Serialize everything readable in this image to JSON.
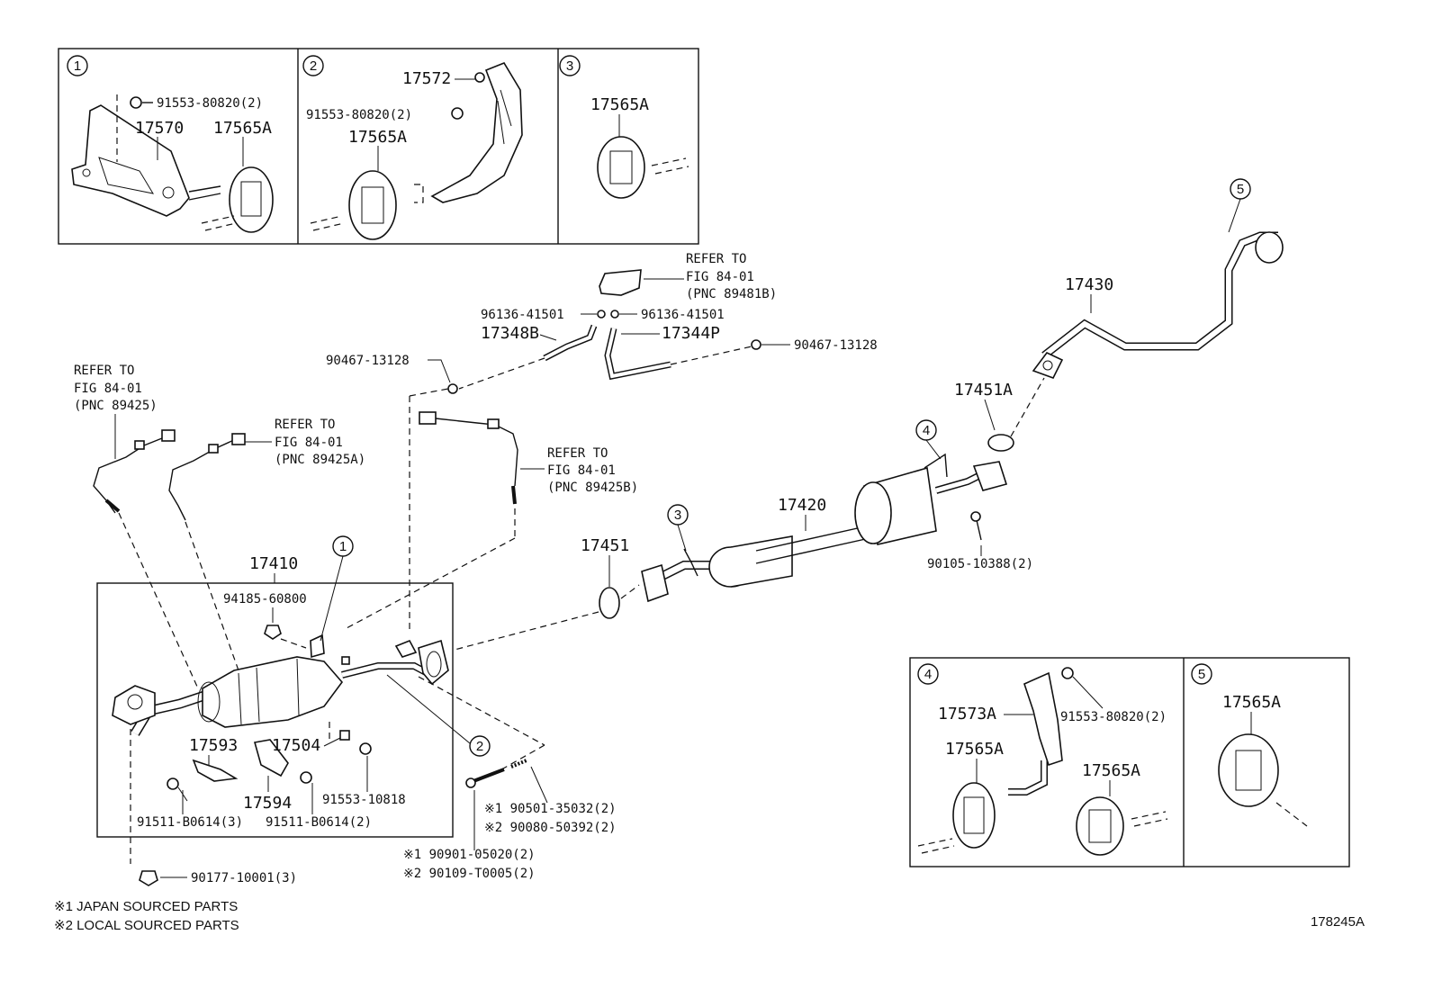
{
  "diagram_id": "178245A",
  "notes": {
    "n1": "※1 JAPAN SOURCED PARTS",
    "n2": "※2 LOCAL SOURCED PARTS"
  },
  "detail_numbers": [
    "1",
    "2",
    "3",
    "4",
    "5"
  ],
  "detail1": {
    "bolt": "91553-80820(2)",
    "bracket": "17570",
    "mount": "17565A"
  },
  "detail2": {
    "bracket": "17572",
    "bolt": "91553-80820(2)",
    "mount": "17565A"
  },
  "detail3": {
    "mount": "17565A"
  },
  "detail4": {
    "bracket": "17573A",
    "bolt": "91553-80820(2)",
    "mount_a": "17565A",
    "mount_b": "17565A"
  },
  "detail5": {
    "mount": "17565A"
  },
  "parts": {
    "tail_pipe": "17430",
    "gasket_tail": "17451A",
    "center_pipe": "17420",
    "gasket_front": "17451",
    "bolt_center": "90105-10388(2)",
    "converter": "17410",
    "nut": "94185-60800",
    "bracket_17593": "17593",
    "bracket_17504": "17504",
    "bracket_17594": "17594",
    "bolt_b0614_3": "91511-B0614(3)",
    "bolt_b0614_2": "91511-B0614(2)",
    "bolt_10818": "91553-10818",
    "nut_10001": "90177-10001(3)",
    "hose_b": "17348B",
    "hose_p": "17344P",
    "clamp_left": "96136-41501",
    "clamp_right": "96136-41501",
    "clip_left": "90467-13128",
    "clip_right": "90467-13128"
  },
  "stud_group": {
    "s1": "※1 90501-35032(2)",
    "s2": "※2 90080-50392(2)",
    "b1": "※1 90901-05020(2)",
    "b2": "※2 90109-T0005(2)"
  },
  "refs": {
    "r1": {
      "line1": "REFER TO",
      "line2": "FIG 84-01",
      "line3": "(PNC 89425)"
    },
    "r2": {
      "line1": "REFER TO",
      "line2": "FIG 84-01",
      "line3": "(PNC 89425A)"
    },
    "r3": {
      "line1": "REFER TO",
      "line2": "FIG 84-01",
      "line3": "(PNC 89425B)"
    },
    "r4": {
      "line1": "REFER TO",
      "line2": "FIG 84-01",
      "line3": "(PNC 89481B)"
    }
  }
}
